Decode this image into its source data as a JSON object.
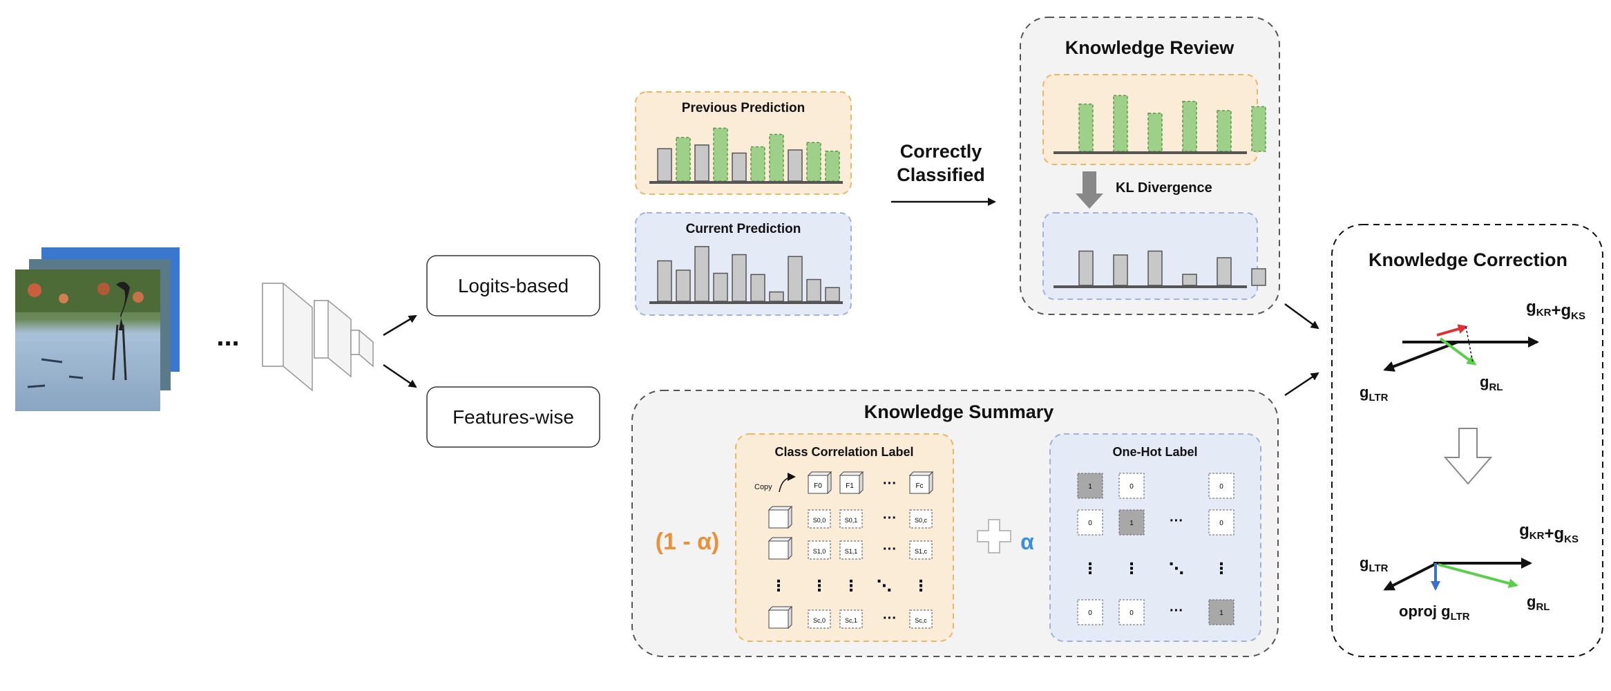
{
  "left": {
    "ellipsis": "...",
    "logits_label": "Logits-based",
    "features_label": "Features-wise"
  },
  "previous_prediction": {
    "title": "Previous Prediction"
  },
  "current_prediction": {
    "title": "Current Prediction"
  },
  "arrow_label": {
    "line1": "Correctly",
    "line2": "Classified"
  },
  "knowledge_review": {
    "title": "Knowledge Review",
    "kl_label": "KL Divergence"
  },
  "knowledge_summary": {
    "title": "Knowledge Summary",
    "coef_left": "(1 - α)",
    "coef_right": "α",
    "class_corr": {
      "title": "Class Correlation Label",
      "copy": "Copy",
      "header_cells": [
        "F0",
        "F1",
        "Fc"
      ],
      "row1": [
        "S0,0",
        "S0,1",
        "S0,c"
      ],
      "row2": [
        "S1,0",
        "S1,1",
        "S1,c"
      ],
      "row3": [
        "Sc,0",
        "Sc,1",
        "Sc,c"
      ],
      "dots": "···",
      "vdots": "⋮",
      "ddots": "⋱"
    },
    "one_hot": {
      "title": "One-Hot Label",
      "one": "1",
      "zero": "0",
      "dots": "···",
      "vdots": "⋮",
      "ddots": "⋱"
    }
  },
  "knowledge_correction": {
    "title": "Knowledge Correction",
    "top_vectors": {
      "sum": "g_KR+g_KS",
      "ltr": "g_LTR",
      "rl": "g_RL"
    },
    "bottom_vectors": {
      "sum": "g_KR+g_KS",
      "ltr": "g_LTR",
      "rl": "g_RL",
      "oproj": "oproj g_LTR"
    }
  },
  "bars": {
    "previous": [
      {
        "h": 0.52,
        "c": "gray"
      },
      {
        "h": 0.7,
        "c": "green"
      },
      {
        "h": 0.58,
        "c": "gray"
      },
      {
        "h": 0.85,
        "c": "green"
      },
      {
        "h": 0.45,
        "c": "gray"
      },
      {
        "h": 0.55,
        "c": "green"
      },
      {
        "h": 0.75,
        "c": "green"
      },
      {
        "h": 0.5,
        "c": "gray"
      },
      {
        "h": 0.62,
        "c": "green"
      },
      {
        "h": 0.48,
        "c": "green"
      }
    ],
    "current": [
      {
        "h": 0.65,
        "c": "gray"
      },
      {
        "h": 0.5,
        "c": "gray"
      },
      {
        "h": 0.88,
        "c": "gray"
      },
      {
        "h": 0.45,
        "c": "gray"
      },
      {
        "h": 0.75,
        "c": "gray"
      },
      {
        "h": 0.43,
        "c": "gray"
      },
      {
        "h": 0.15,
        "c": "gray"
      },
      {
        "h": 0.72,
        "c": "gray"
      },
      {
        "h": 0.35,
        "c": "gray"
      },
      {
        "h": 0.22,
        "c": "gray"
      }
    ],
    "review_top": [
      {
        "h": 0.72,
        "c": "green"
      },
      {
        "h": 0.85,
        "c": "green"
      },
      {
        "h": 0.58,
        "c": "green"
      },
      {
        "h": 0.76,
        "c": "green"
      },
      {
        "h": 0.62,
        "c": "green"
      },
      {
        "h": 0.68,
        "c": "green"
      }
    ],
    "review_bottom": [
      {
        "h": 0.62,
        "c": "gray"
      },
      {
        "h": 0.55,
        "c": "gray"
      },
      {
        "h": 0.62,
        "c": "gray"
      },
      {
        "h": 0.2,
        "c": "gray"
      },
      {
        "h": 0.5,
        "c": "gray"
      },
      {
        "h": 0.3,
        "c": "gray"
      }
    ]
  },
  "colors": {
    "orange_panel_fill": "#fbecd8",
    "orange_panel_border": "#e8b864",
    "blue_panel_fill": "#e4eaf6",
    "blue_panel_border": "#9fb2d8",
    "gray_panel_fill": "#f3f3f3",
    "bar_gray": "#c8c8c8",
    "bar_green": "#9fd08a",
    "alpha_orange": "#e8913a",
    "alpha_blue": "#3a8fe0"
  }
}
